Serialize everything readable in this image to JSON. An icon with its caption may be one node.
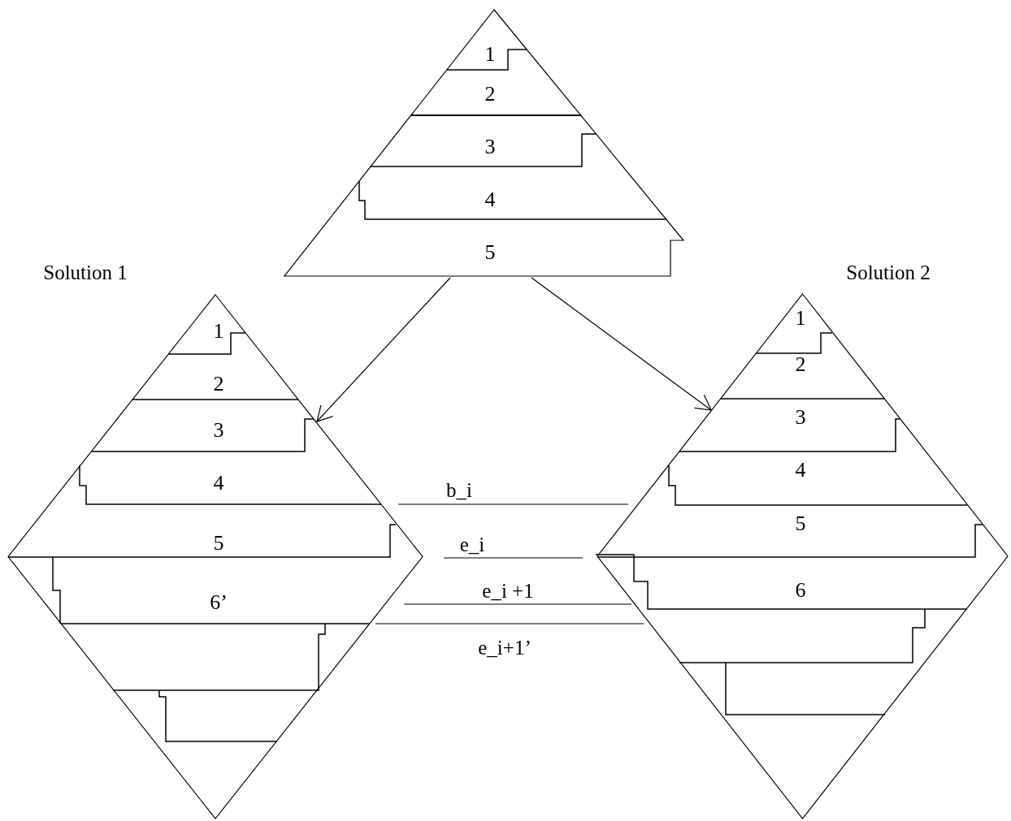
{
  "diagram": {
    "nodes": [
      {
        "text": [],
        "shape": "triangle"
      },
      {
        "text": [
          "1"
        ],
        "in": 0
      },
      {
        "text": [
          "2"
        ],
        "in": 0
      },
      {
        "text": [
          "3"
        ],
        "in": 0
      },
      {
        "text": [
          "4"
        ],
        "in": 0
      },
      {
        "text": [
          "5"
        ],
        "in": 0
      },
      {
        "text": [],
        "shape": "diamond",
        "beside": [
          "Solution 1"
        ]
      },
      {
        "text": [
          "1"
        ],
        "in": 6
      },
      {
        "text": [
          "2"
        ],
        "in": 6
      },
      {
        "text": [
          "3"
        ],
        "in": 6
      },
      {
        "text": [
          "4"
        ],
        "in": 6
      },
      {
        "text": [
          "5"
        ],
        "in": 6
      },
      {
        "text": [
          "6’"
        ],
        "in": 6
      },
      {
        "text": [],
        "shape": "band",
        "in": 6
      },
      {
        "text": [],
        "shape": "band",
        "in": 6
      },
      {
        "text": [],
        "shape": "diamond",
        "beside": [
          "Solution 2"
        ]
      },
      {
        "text": [
          "1"
        ],
        "in": 15
      },
      {
        "text": [
          "2"
        ],
        "in": 15
      },
      {
        "text": [
          "3"
        ],
        "in": 15
      },
      {
        "text": [
          "4"
        ],
        "in": 15
      },
      {
        "text": [
          "5"
        ],
        "in": 15
      },
      {
        "text": [
          "6"
        ],
        "in": 15
      },
      {
        "text": [],
        "shape": "band",
        "in": 15
      },
      {
        "text": [],
        "shape": "band",
        "in": 15
      }
    ],
    "edges": [
      {
        "from": 0,
        "to": 6,
        "arrow": "to"
      },
      {
        "from": 0,
        "to": 15,
        "arrow": "to"
      }
    ],
    "labels": [
      "b_i",
      "e_i",
      "e_i +1",
      "e_i+1’"
    ]
  }
}
